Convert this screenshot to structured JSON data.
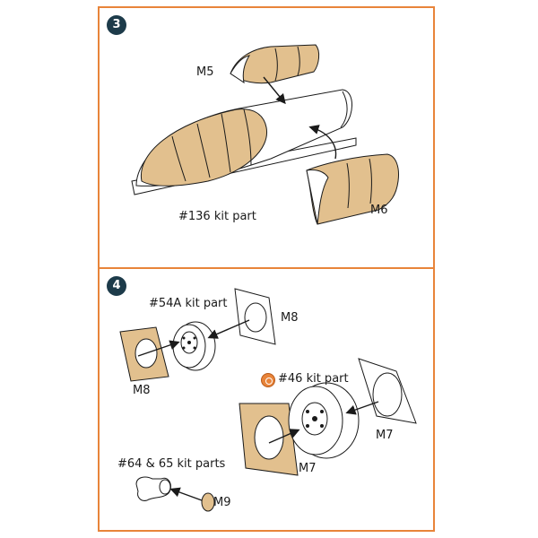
{
  "colors": {
    "frame": "#E8843A",
    "mask": "#E2C08E",
    "step_badge": "#1d3b4a"
  },
  "step3": {
    "number": "3",
    "labels": {
      "m5": "M5",
      "m6": "M6",
      "kit_part": "#136 kit part"
    }
  },
  "step4": {
    "number": "4",
    "labels": {
      "kit54": "#54A kit part",
      "m8_top": "M8",
      "m8_left": "M8",
      "kit46": "#46 kit part",
      "m7_right": "M7",
      "m7_left": "M7",
      "kit64": "#64 & 65 kit parts",
      "m9": "M9"
    },
    "badge_icon": "masking-option-icon"
  }
}
